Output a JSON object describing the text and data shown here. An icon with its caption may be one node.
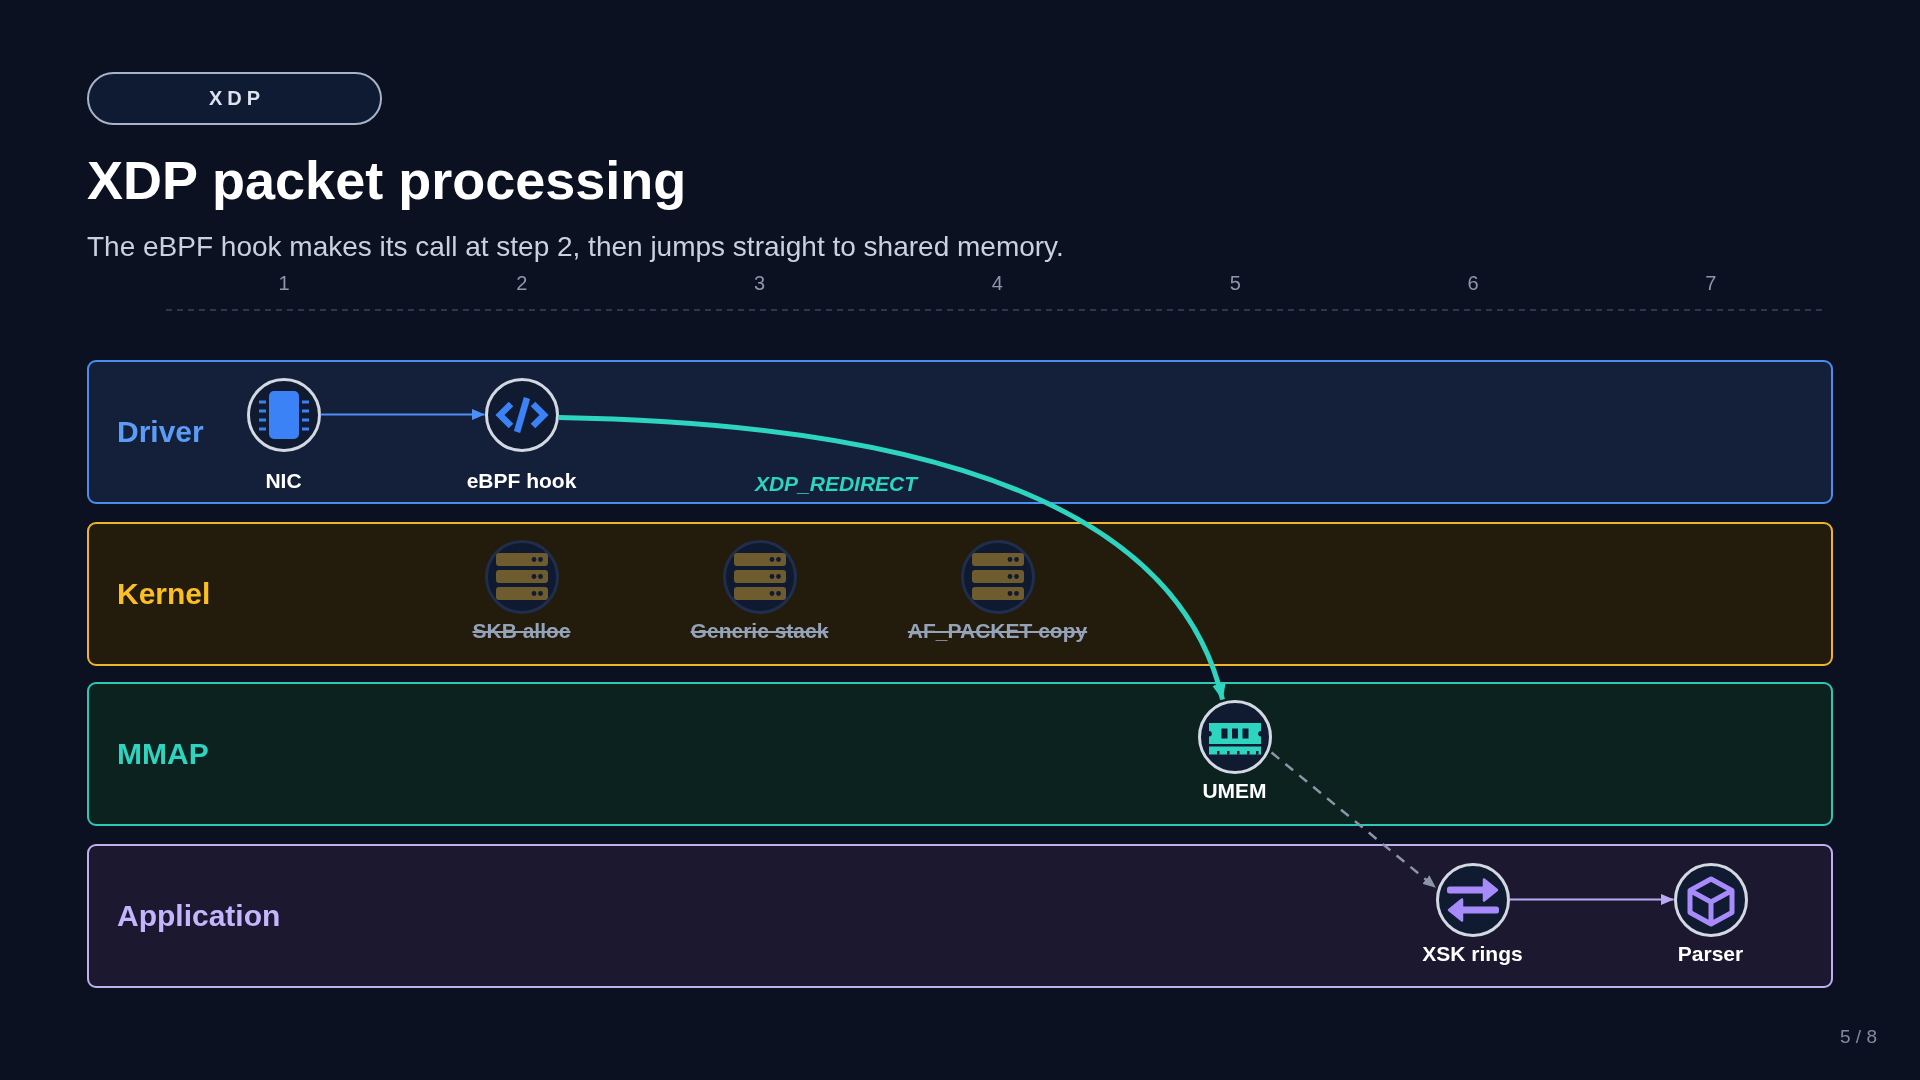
{
  "diagram": {
    "title": "XDP packet processing",
    "nodes": [
      {
        "text": [
          "XDP"
        ]
      },
      {
        "text": [
          "Driver"
        ]
      },
      {
        "text": [
          "NIC"
        ],
        "in": 1
      },
      {
        "text": [
          "eBPF hook"
        ],
        "in": 1
      },
      {
        "text": [
          "Kernel"
        ]
      },
      {
        "text": [
          "SKB alloc"
        ],
        "in": 4
      },
      {
        "text": [
          "Generic stack"
        ],
        "in": 4
      },
      {
        "text": [
          "AF_PACKET copy"
        ],
        "in": 4
      },
      {
        "text": [
          "MMAP"
        ]
      },
      {
        "text": [
          "UMEM"
        ],
        "in": 8
      },
      {
        "text": [
          "Application"
        ]
      },
      {
        "text": [
          "XSK rings"
        ],
        "in": 10
      },
      {
        "text": [
          "Parser"
        ],
        "in": 10
      }
    ],
    "edges": [
      {
        "from": 2,
        "to": 3,
        "arrow": "to",
        "color": "#4f8ef7"
      },
      {
        "from": 3,
        "to": 9,
        "arrow": "to",
        "label": "XDP_REDIRECT",
        "style": "thick",
        "color": "#2dd4bf"
      },
      {
        "from": 9,
        "to": 11,
        "arrow": "to",
        "style": "dashed",
        "color": "#8a96a8"
      },
      {
        "from": 11,
        "to": 12,
        "arrow": "to",
        "color": "#bba9f5"
      }
    ],
    "labels": [
      "The eBPF hook makes its call at step 2, then jumps straight to shared memory.",
      "1",
      "2",
      "3",
      "4",
      "5",
      "6",
      "7",
      "5 / 8"
    ]
  }
}
